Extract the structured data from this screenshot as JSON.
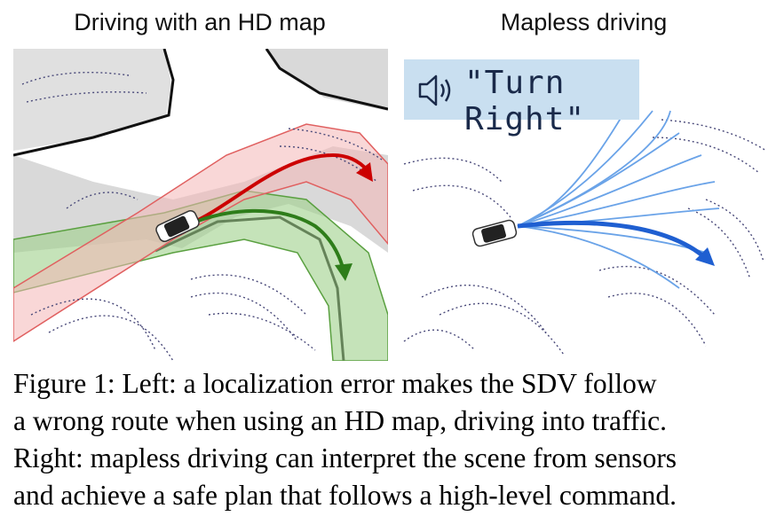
{
  "panels": {
    "left_title": "Driving with an HD map",
    "right_title": "Mapless driving",
    "command_text": "\"Turn Right\""
  },
  "icons": {
    "speaker": "speaker-icon",
    "car": "car-icon"
  },
  "colors": {
    "road_gray": "#d9d9d9",
    "wrong_route_red": "#cc0000",
    "correct_route_green": "#2e7d1a",
    "plan_blue": "#1f5fd1",
    "lidar_points": "#3b3b6b",
    "command_box": "#c9dff0"
  },
  "caption": {
    "line1": "Figure 1: Left: a localization error makes the SDV follow",
    "line2": "a wrong route when using an HD map, driving into traffic.",
    "line3": "Right: mapless driving can interpret the scene from sensors",
    "line4": "and achieve a safe plan that follows a high-level command."
  }
}
